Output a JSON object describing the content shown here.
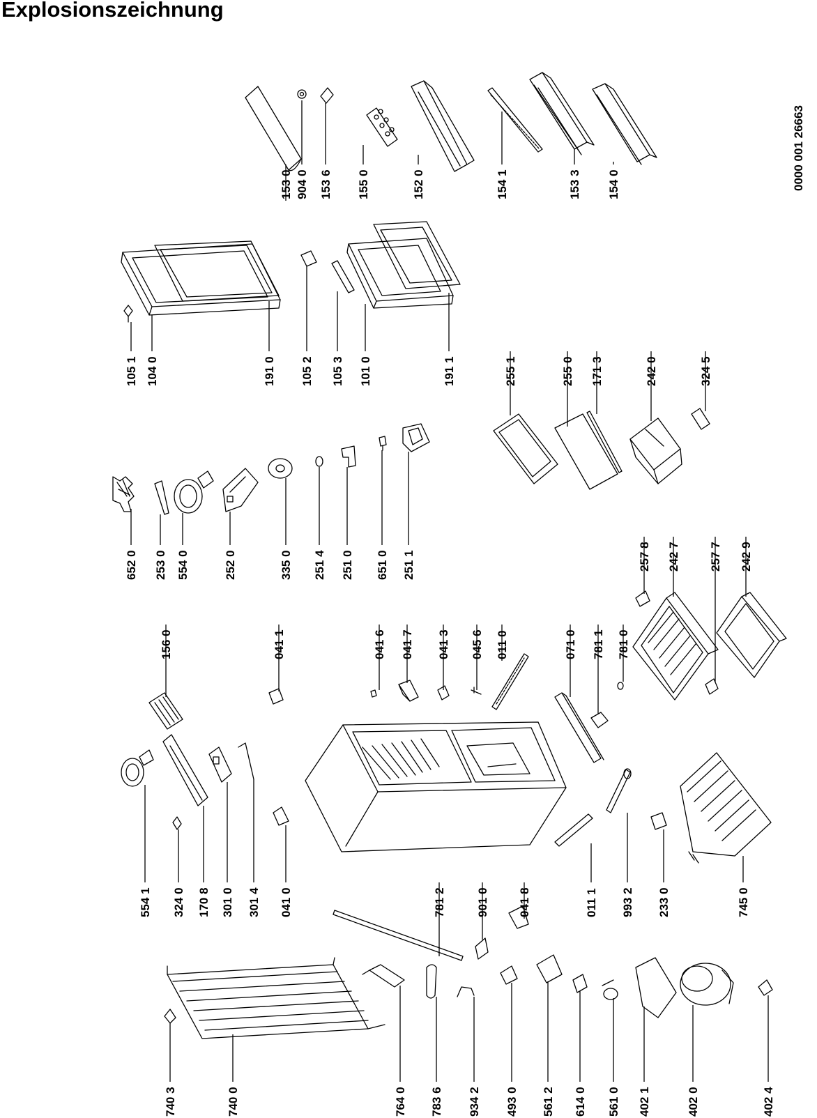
{
  "title": "Explosionszeichnung",
  "document_code": "0000 001 26663",
  "part_labels": [
    {
      "id": "l1530",
      "text": "153 0"
    },
    {
      "id": "l9040",
      "text": "904 0"
    },
    {
      "id": "l1536",
      "text": "153 6"
    },
    {
      "id": "l1550",
      "text": "155 0"
    },
    {
      "id": "l1520",
      "text": "152 0"
    },
    {
      "id": "l1541",
      "text": "154 1"
    },
    {
      "id": "l1533",
      "text": "153 3"
    },
    {
      "id": "l1540",
      "text": "154 0"
    },
    {
      "id": "l1051",
      "text": "105 1"
    },
    {
      "id": "l1040",
      "text": "104 0"
    },
    {
      "id": "l1910",
      "text": "191 0"
    },
    {
      "id": "l1052",
      "text": "105 2"
    },
    {
      "id": "l1053",
      "text": "105 3"
    },
    {
      "id": "l1010",
      "text": "101 0"
    },
    {
      "id": "l1911",
      "text": "191 1"
    },
    {
      "id": "l6520",
      "text": "652 0"
    },
    {
      "id": "l2530",
      "text": "253 0"
    },
    {
      "id": "l5540",
      "text": "554 0"
    },
    {
      "id": "l2520",
      "text": "252 0"
    },
    {
      "id": "l3350",
      "text": "335 0"
    },
    {
      "id": "l2514",
      "text": "251 4"
    },
    {
      "id": "l2510",
      "text": "251 0"
    },
    {
      "id": "l6510",
      "text": "651 0"
    },
    {
      "id": "l2511",
      "text": "251 1"
    },
    {
      "id": "l2551",
      "text": "255 1"
    },
    {
      "id": "l2550",
      "text": "255 0"
    },
    {
      "id": "l1713",
      "text": "171 3"
    },
    {
      "id": "l2420",
      "text": "242 0"
    },
    {
      "id": "l3245",
      "text": "324 5"
    },
    {
      "id": "l1560",
      "text": "156 0"
    },
    {
      "id": "l0411",
      "text": "041 1"
    },
    {
      "id": "l0416",
      "text": "041 6"
    },
    {
      "id": "l0417",
      "text": "041 7"
    },
    {
      "id": "l0413",
      "text": "041 3"
    },
    {
      "id": "l0456",
      "text": "045 6"
    },
    {
      "id": "l0110",
      "text": "011 0"
    },
    {
      "id": "l0710",
      "text": "071 0"
    },
    {
      "id": "l7811",
      "text": "781 1"
    },
    {
      "id": "l7810",
      "text": "781 0"
    },
    {
      "id": "l2578",
      "text": "257 8"
    },
    {
      "id": "l2427",
      "text": "242 7"
    },
    {
      "id": "l2577",
      "text": "257 7"
    },
    {
      "id": "l2429",
      "text": "242 9"
    },
    {
      "id": "l5541",
      "text": "554 1"
    },
    {
      "id": "l3240",
      "text": "324 0"
    },
    {
      "id": "l1708",
      "text": "170 8"
    },
    {
      "id": "l3010",
      "text": "301 0"
    },
    {
      "id": "l3014",
      "text": "301 4"
    },
    {
      "id": "l0410",
      "text": "041 0"
    },
    {
      "id": "l7812",
      "text": "781 2"
    },
    {
      "id": "l9010",
      "text": "901 0"
    },
    {
      "id": "l0418",
      "text": "041 8"
    },
    {
      "id": "l0111",
      "text": "011 1"
    },
    {
      "id": "l9932",
      "text": "993 2"
    },
    {
      "id": "l2330",
      "text": "233 0"
    },
    {
      "id": "l7450",
      "text": "745 0"
    },
    {
      "id": "l7403",
      "text": "740 3"
    },
    {
      "id": "l7400",
      "text": "740 0"
    },
    {
      "id": "l7640",
      "text": "764 0"
    },
    {
      "id": "l7836",
      "text": "783 6"
    },
    {
      "id": "l9342",
      "text": "934 2"
    },
    {
      "id": "l4930",
      "text": "493 0"
    },
    {
      "id": "l5612",
      "text": "561 2"
    },
    {
      "id": "l6140",
      "text": "614 0"
    },
    {
      "id": "l5610",
      "text": "561 0"
    },
    {
      "id": "l4021",
      "text": "402 1"
    },
    {
      "id": "l4020",
      "text": "402 0"
    },
    {
      "id": "l4024",
      "text": "402 4"
    }
  ]
}
